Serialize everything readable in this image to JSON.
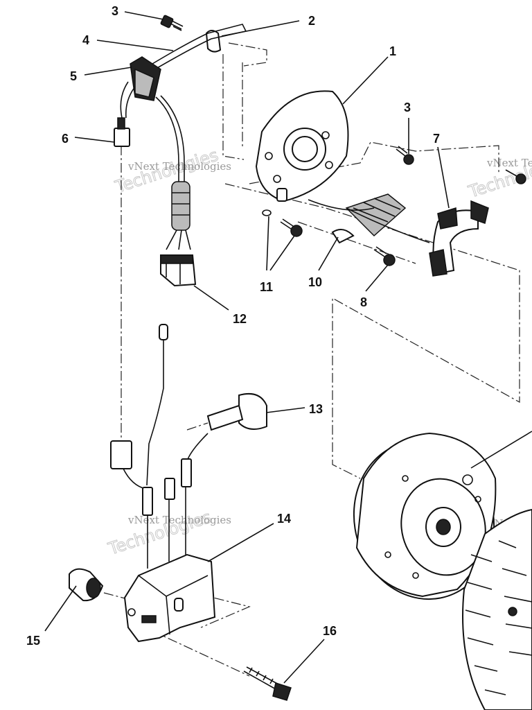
{
  "callouts": {
    "c1": "1",
    "c2": "2",
    "c3a": "3",
    "c3b": "3",
    "c4": "4",
    "c5": "5",
    "c6": "6",
    "c7": "7",
    "c8": "8",
    "c10": "10",
    "c11": "11",
    "c12": "12",
    "c13": "13",
    "c14": "14",
    "c15": "15",
    "c16": "16"
  },
  "watermark": {
    "small": "vNext Technologies",
    "big": "Technologies",
    "partial": "vNext Te"
  }
}
